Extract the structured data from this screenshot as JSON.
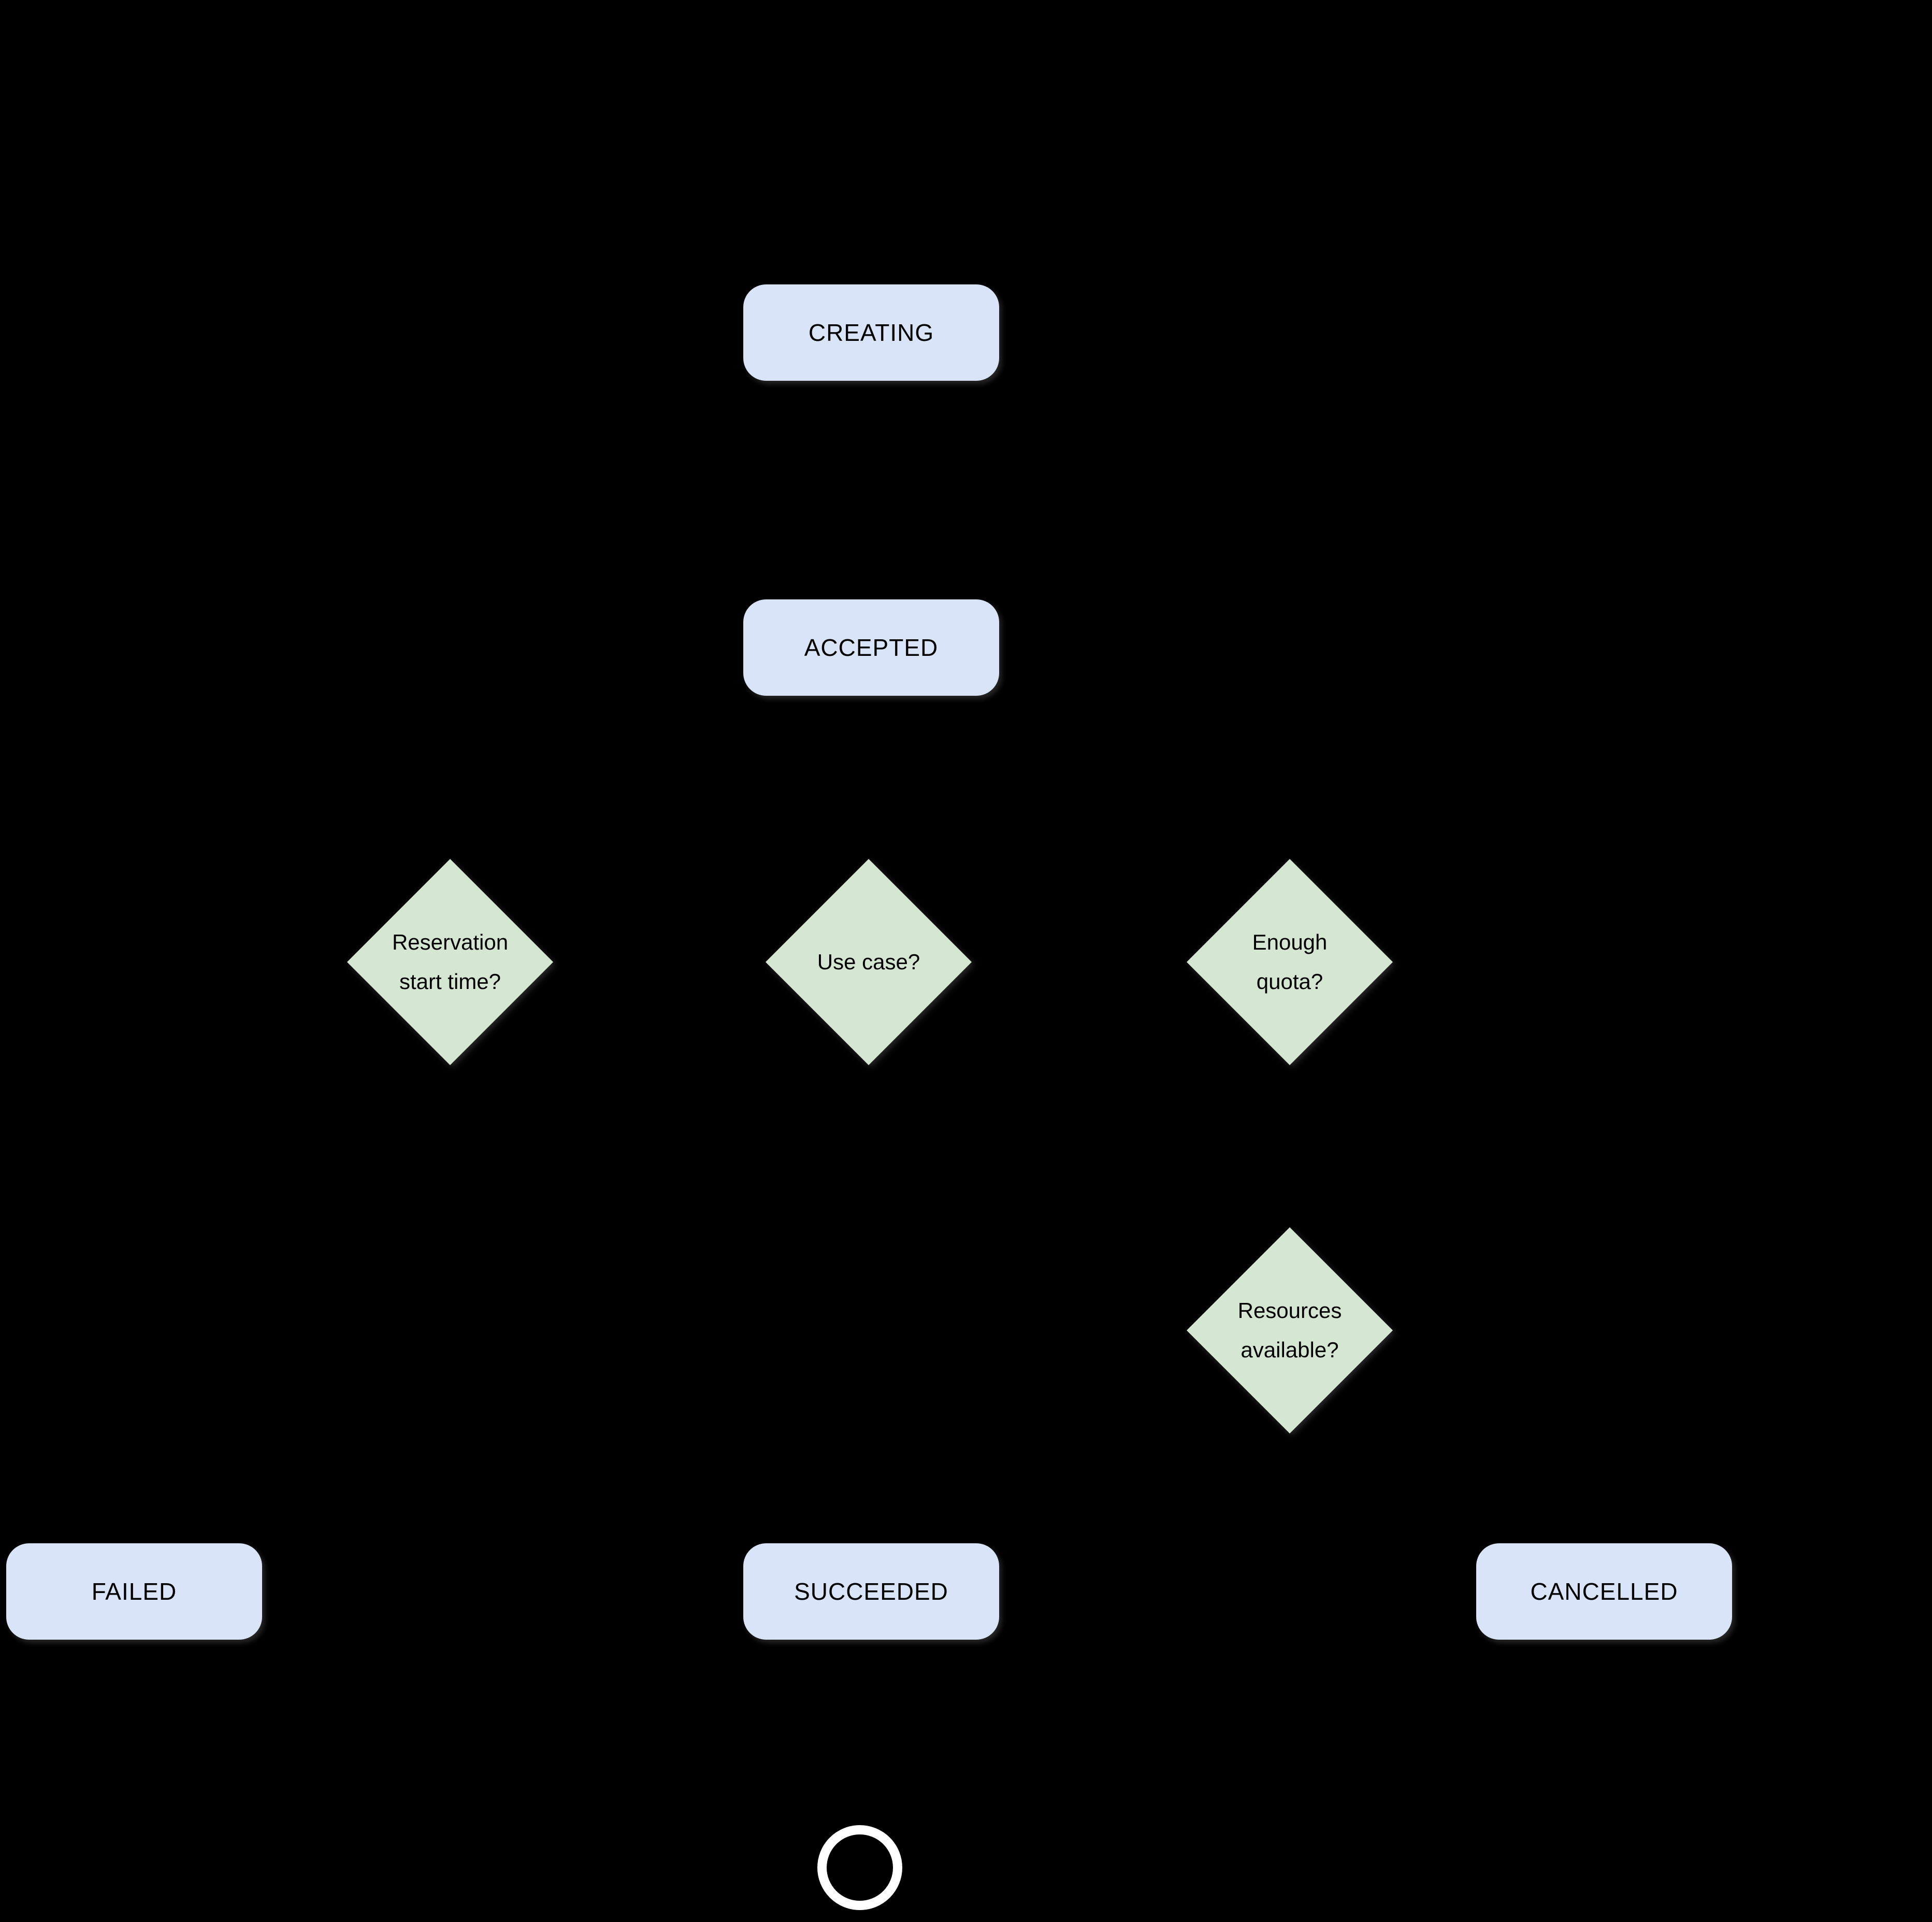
{
  "palette": {
    "page_background": "#000000",
    "state_fill": "#d9e4f8",
    "decision_fill": "#d5e6d2",
    "label_color": "#000000",
    "end_ring_color": "#ffffff"
  },
  "nodes": {
    "creating": {
      "label": "CREATING",
      "shape": "rounded-rectangle"
    },
    "accepted": {
      "label": "ACCEPTED",
      "shape": "rounded-rectangle"
    },
    "reservation_start_time": {
      "label": "Reservation\nstart time?",
      "shape": "diamond"
    },
    "use_case": {
      "label": "Use case?",
      "shape": "diamond"
    },
    "enough_quota": {
      "label": "Enough\nquota?",
      "shape": "diamond"
    },
    "resources_available": {
      "label": "Resources\navailable?",
      "shape": "diamond"
    },
    "failed": {
      "label": "FAILED",
      "shape": "rounded-rectangle"
    },
    "succeeded": {
      "label": "SUCCEEDED",
      "shape": "rounded-rectangle"
    },
    "cancelled": {
      "label": "CANCELLED",
      "shape": "rounded-rectangle"
    }
  },
  "end_marker": {
    "shape": "circle-outline"
  }
}
